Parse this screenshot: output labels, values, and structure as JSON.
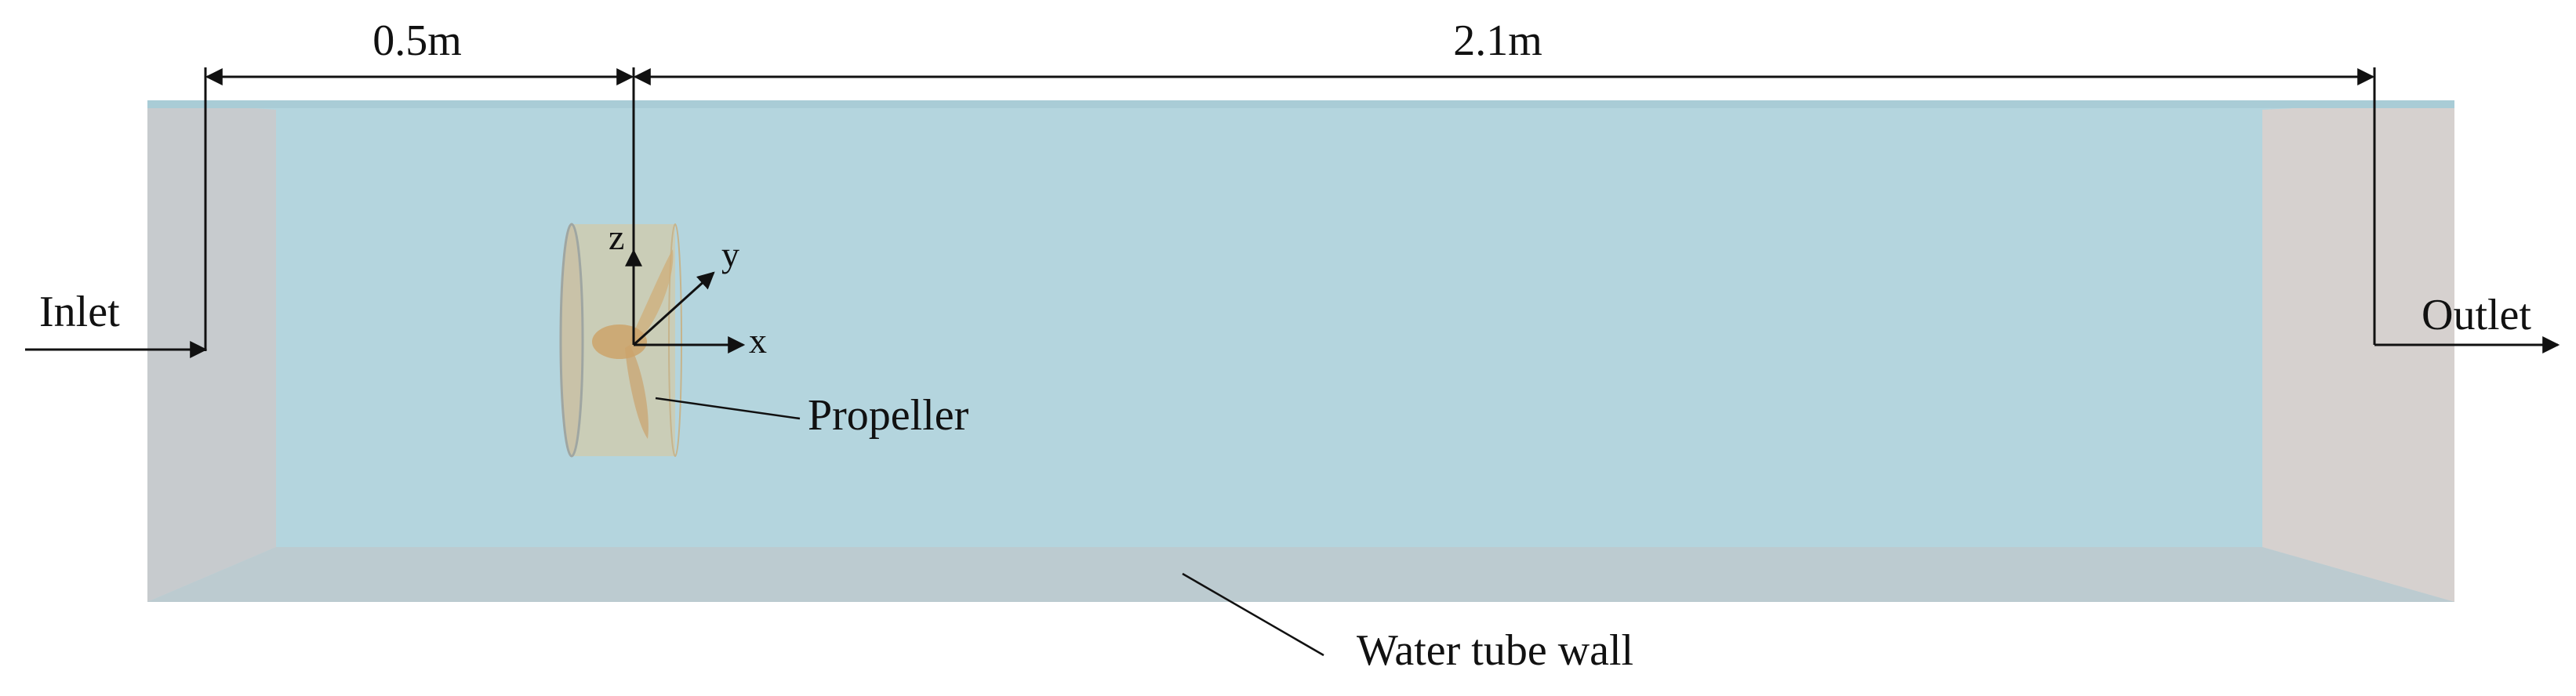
{
  "labels": {
    "dim_inlet_to_propeller": "0.5m",
    "dim_propeller_to_outlet": "2.1m",
    "inlet": "Inlet",
    "outlet": "Outlet",
    "propeller": "Propeller",
    "wall": "Water tube wall",
    "axis_x": "x",
    "axis_y": "y",
    "axis_z": "z"
  },
  "colors": {
    "water": "#b4d5de",
    "wall_floor": "#bccbd0",
    "inlet_face": "#c7cbce",
    "outlet_face": "#d6d1cf",
    "propeller": "#d9c8a0",
    "line": "#111111"
  }
}
